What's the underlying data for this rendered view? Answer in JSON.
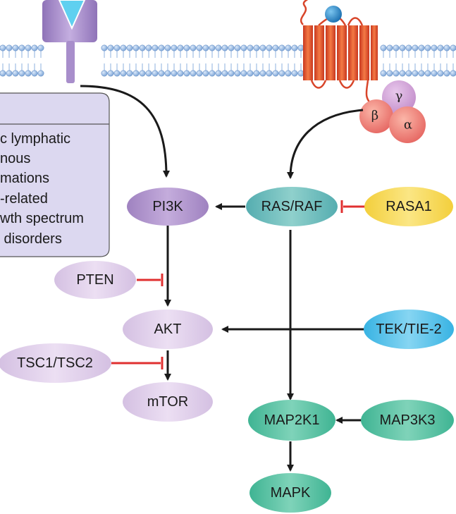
{
  "nodes": {
    "pi3k": "PI3K",
    "ras_raf": "RAS/RAF",
    "rasa1": "RASA1",
    "pten": "PTEN",
    "akt": "AKT",
    "tek_tie2": "TEK/TIE-2",
    "tsc": "TSC1/TSC2",
    "mtor": "mTOR",
    "map2k1": "MAP2K1",
    "map3k3": "MAP3K3",
    "mapk": "MAPK"
  },
  "gprotein": {
    "beta": "β",
    "gamma": "γ",
    "alpha": "α"
  },
  "legend_panel": {
    "lines": [
      "c lymphatic",
      "nous",
      "mations",
      "-related",
      "wth spectrum",
      " disorders"
    ]
  },
  "colors": {
    "purple_dark": "#a98cc6",
    "purple_light": "#dccbe6",
    "teal": "#5fb8b6",
    "green_teal": "#4fbf9f",
    "yellow": "#f7d84f",
    "blue": "#4fbde8",
    "receptor": "#e04a2c",
    "membrane": "#8fb3e0",
    "arrow": "#1a1a1a",
    "inhibit": "#e03030",
    "panel_fill": "#dcd8f0"
  }
}
